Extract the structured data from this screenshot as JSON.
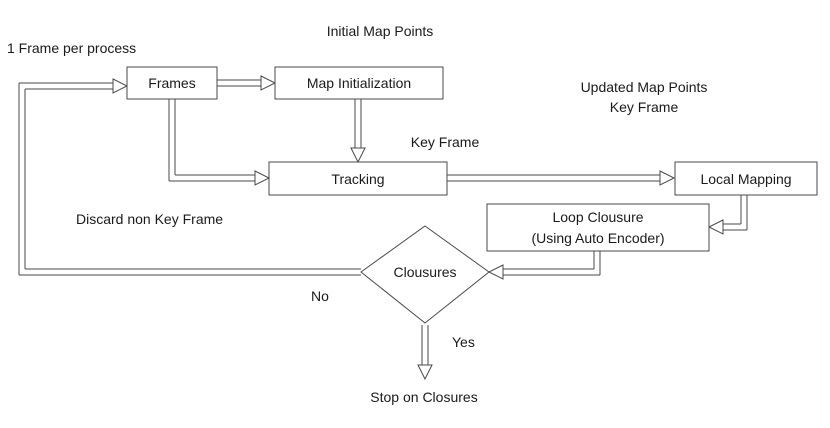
{
  "nodes": {
    "frames": "Frames",
    "map_initialization": "Map Initialization",
    "tracking": "Tracking",
    "local_mapping": "Local Mapping",
    "loop_closure_line1": "Loop Clousure",
    "loop_closure_line2": "(Using Auto Encoder)",
    "closures_decision": "Clousures"
  },
  "labels": {
    "frame_per_process": "1 Frame per process",
    "initial_map_points": "Initial Map Points",
    "updated_map_points": "Updated Map Points",
    "updated_key_frame": "Key Frame",
    "key_frame": "Key Frame",
    "discard_non_key_frame": "Discard non Key Frame",
    "no": "No",
    "yes": "Yes",
    "stop_on_closures": "Stop on Closures"
  }
}
